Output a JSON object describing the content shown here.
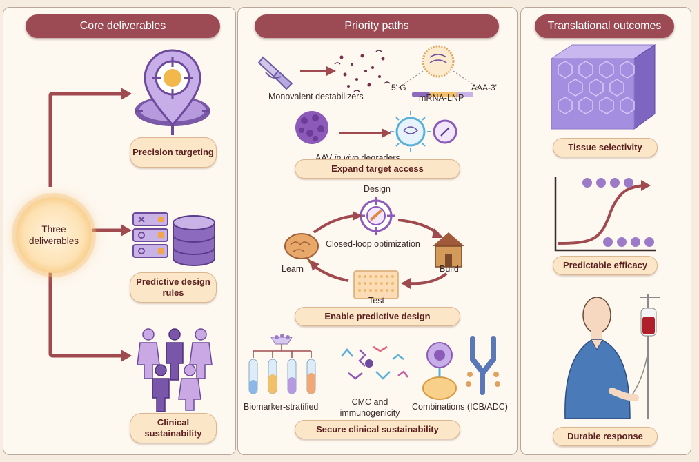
{
  "panels": {
    "core": {
      "header": "Core deliverables",
      "hub": "Three deliverables",
      "items": [
        {
          "label": "Precision targeting"
        },
        {
          "label": "Predictive design rules"
        },
        {
          "label": "Clinical sustainability"
        }
      ]
    },
    "priority": {
      "header": "Priority paths",
      "row1": {
        "destabilizers": "Monovalent destabilizers",
        "lnp_5": "5' G",
        "lnp_3": "AAA-3'",
        "lnp": "mRNA-LNP",
        "aav_pre": "AAV ",
        "aav_em": "in vivo",
        "aav_post": " degraders",
        "pill": "Expand target access"
      },
      "row2": {
        "design": "Design",
        "center": "Closed-loop optimization",
        "learn": "Learn",
        "build": "Build",
        "test": "Test",
        "pill": "Enable predictive design"
      },
      "row3": {
        "biomarker": "Biomarker-stratified",
        "cmc": "CMC and immunogenicity",
        "combos": "Combinations (ICB/ADC)",
        "pill": "Secure clinical sustainability"
      }
    },
    "outcomes": {
      "header": "Translational outcomes",
      "items": [
        {
          "label": "Tissue selectivity"
        },
        {
          "label": "Predictable efficacy"
        },
        {
          "label": "Durable response"
        }
      ]
    }
  },
  "colors": {
    "header": "#9c4a54",
    "arrow": "#a04a50",
    "pill_fill": "#fbe6c8",
    "purple": "#9b7ac8"
  }
}
